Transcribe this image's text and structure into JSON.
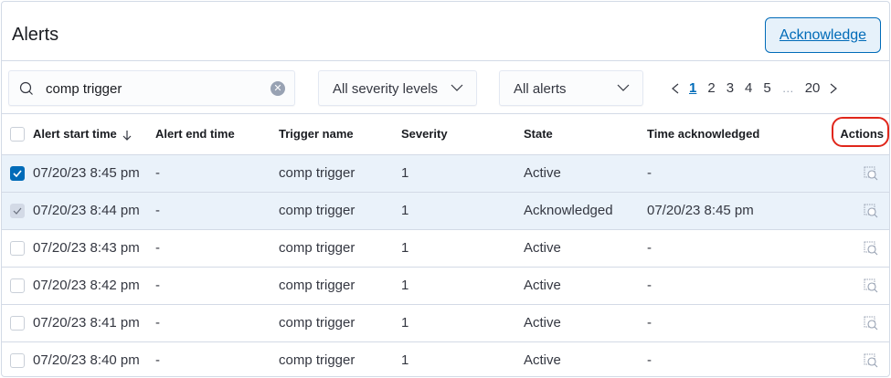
{
  "header": {
    "title": "Alerts",
    "acknowledge_label": "Acknowledge"
  },
  "toolbar": {
    "search": {
      "value": "comp trigger",
      "icon": "search-icon",
      "clear_icon": "clear-icon"
    },
    "severity_select": {
      "selected": "All severity levels"
    },
    "alerts_select": {
      "selected": "All alerts"
    },
    "pagination": {
      "current": "1",
      "pages": [
        "1",
        "2",
        "3",
        "4",
        "5"
      ],
      "ellipsis": "…",
      "last": "20"
    }
  },
  "table": {
    "columns": [
      "Alert start time",
      "Alert end time",
      "Trigger name",
      "Severity",
      "State",
      "Time acknowledged",
      "Actions"
    ],
    "sorted_column": "Alert start time",
    "sort_direction": "descending",
    "rows": [
      {
        "checkbox": "checked",
        "start": "07/20/23 8:45 pm",
        "end": "-",
        "trigger": "comp trigger",
        "severity": "1",
        "state": "Active",
        "acknowledged": "-"
      },
      {
        "checkbox": "disabled-checked",
        "start": "07/20/23 8:44 pm",
        "end": "-",
        "trigger": "comp trigger",
        "severity": "1",
        "state": "Acknowledged",
        "acknowledged": "07/20/23 8:45 pm"
      },
      {
        "checkbox": "unchecked",
        "start": "07/20/23 8:43 pm",
        "end": "-",
        "trigger": "comp trigger",
        "severity": "1",
        "state": "Active",
        "acknowledged": "-"
      },
      {
        "checkbox": "unchecked",
        "start": "07/20/23 8:42 pm",
        "end": "-",
        "trigger": "comp trigger",
        "severity": "1",
        "state": "Active",
        "acknowledged": "-"
      },
      {
        "checkbox": "unchecked",
        "start": "07/20/23 8:41 pm",
        "end": "-",
        "trigger": "comp trigger",
        "severity": "1",
        "state": "Active",
        "acknowledged": "-"
      },
      {
        "checkbox": "unchecked",
        "start": "07/20/23 8:40 pm",
        "end": "-",
        "trigger": "comp trigger",
        "severity": "1",
        "state": "Active",
        "acknowledged": "-"
      }
    ]
  },
  "colors": {
    "accent": "#006bb8",
    "selected_row": "#eaf2fa",
    "border": "#d3dae6",
    "highlight_ring": "#e0261b"
  }
}
